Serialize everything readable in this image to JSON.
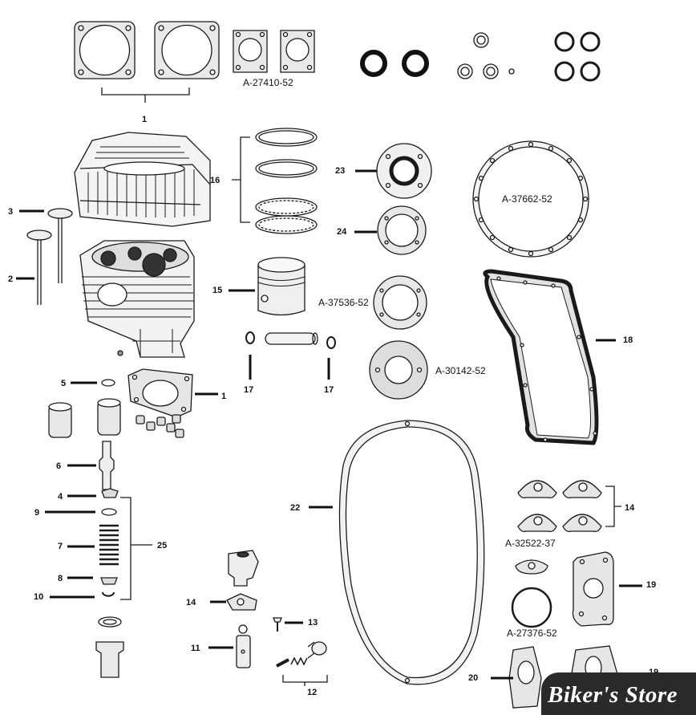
{
  "diagram": {
    "callouts": [
      "1",
      "1",
      "2",
      "3",
      "4",
      "5",
      "6",
      "7",
      "8",
      "9",
      "10",
      "11",
      "12",
      "13",
      "14",
      "14",
      "15",
      "16",
      "17",
      "17",
      "18",
      "19",
      "19",
      "20",
      "22",
      "23",
      "24",
      "25"
    ],
    "part_codes": [
      "A-27410-52",
      "A-37662-52",
      "A-37536-52",
      "A-30142-52",
      "A-32522-37",
      "A-27376-52"
    ]
  },
  "watermark": {
    "text": "Biker's Store"
  }
}
